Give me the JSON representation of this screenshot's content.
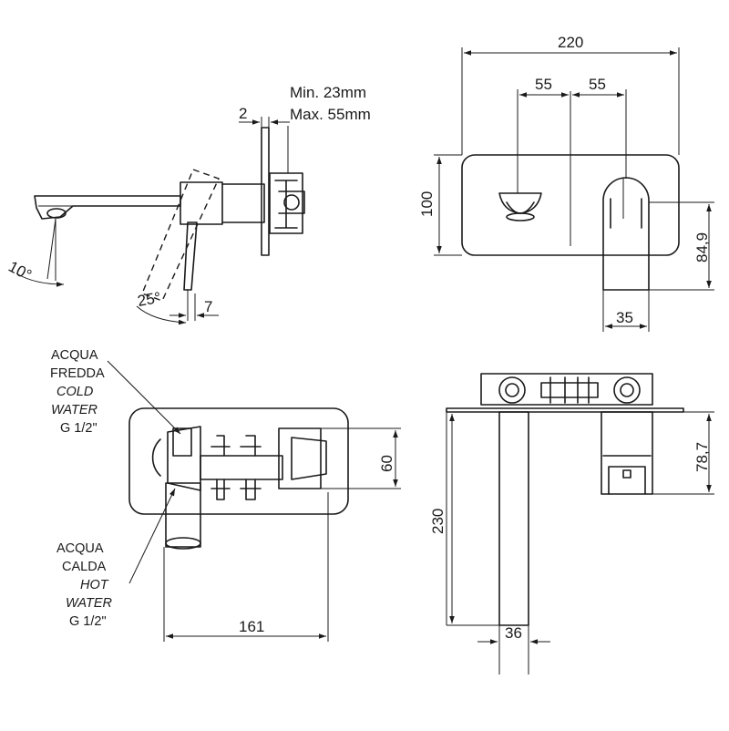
{
  "side_view": {
    "wall_thickness_min": "Min. 23mm",
    "wall_thickness_max": "Max. 55mm",
    "plate_thickness": "2",
    "spout_angle": "10°",
    "lever_angle": "25°",
    "lever_offset": "7"
  },
  "front_view": {
    "width": "220",
    "spacing_left": "55",
    "spacing_right": "55",
    "height": "100",
    "lever_height": "84,9",
    "lever_width": "35"
  },
  "rear_view": {
    "cold_water": {
      "line1": "ACQUA",
      "line2": "FREDDA",
      "line3": "COLD",
      "line4": "WATER",
      "line5": "G 1/2\""
    },
    "hot_water": {
      "line1": "ACQUA",
      "line2": "CALDA",
      "line3": "HOT",
      "line4": "WATER",
      "line5": "G 1/2\""
    },
    "body_height": "60",
    "body_length": "161"
  },
  "top_view": {
    "spout_length": "230",
    "spout_width": "36",
    "lever_depth": "78,7"
  }
}
